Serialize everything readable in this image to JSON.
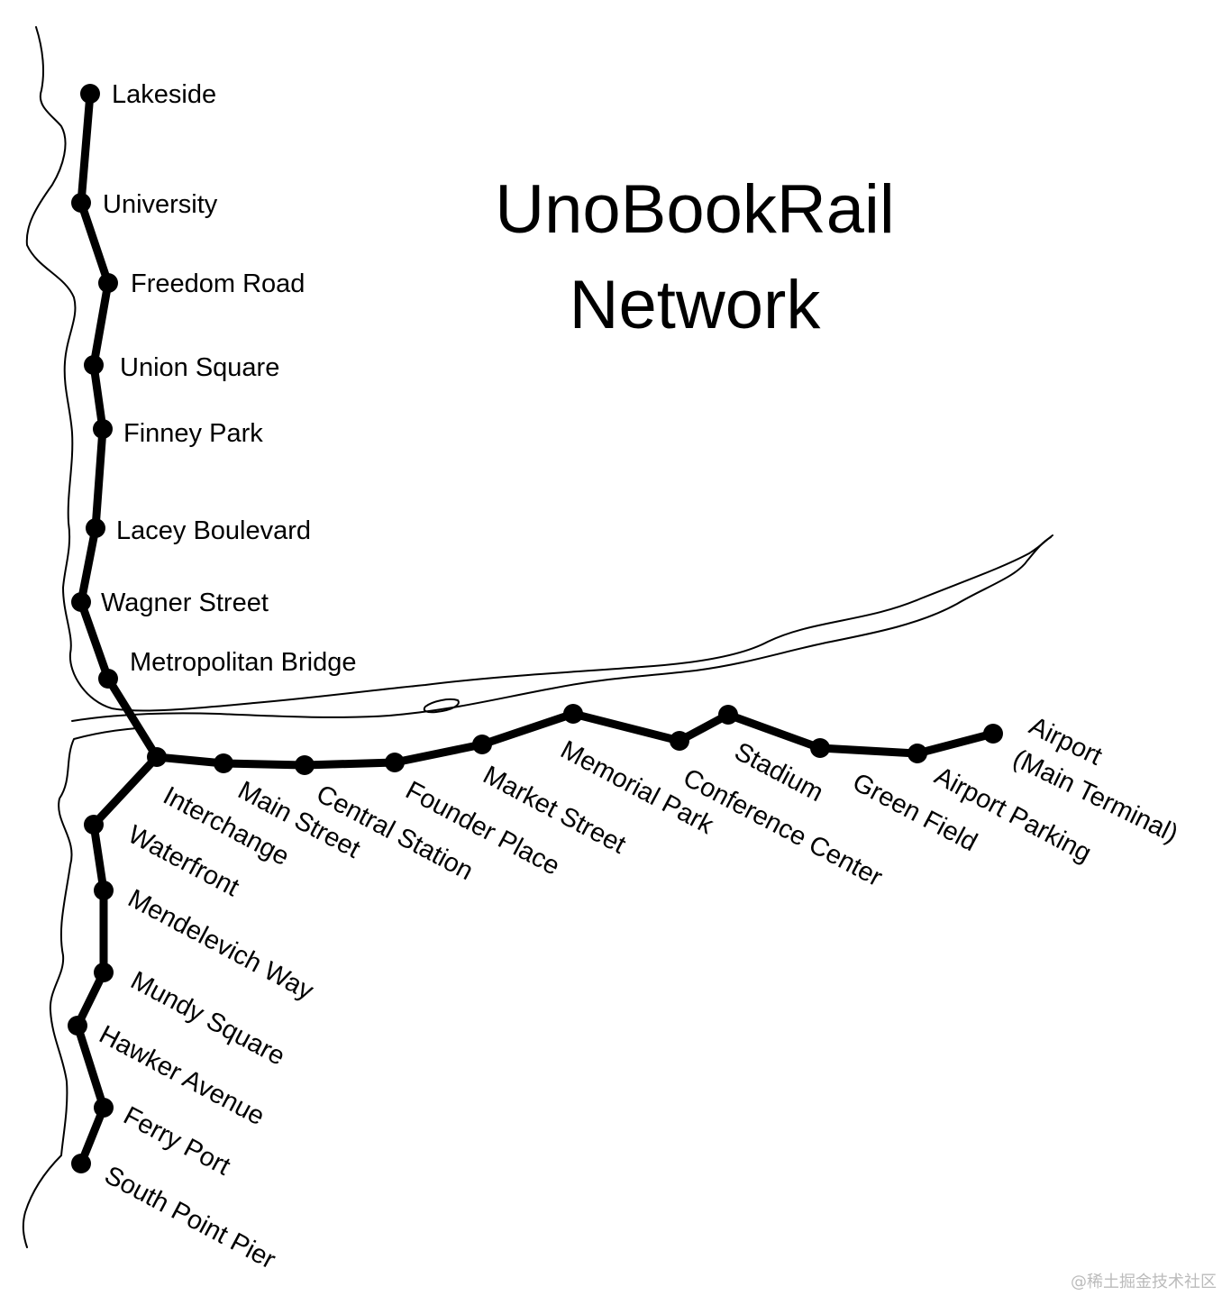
{
  "title": {
    "line1": "UnoBookRail",
    "line2": "Network"
  },
  "watermark": "@稀土掘金技术社区",
  "stations": {
    "north": [
      "Lakeside",
      "University",
      "Freedom Road",
      "Union Square",
      "Finney Park",
      "Lacey Boulevard",
      "Wagner Street",
      "Metropolitan Bridge"
    ],
    "east": [
      "Interchange",
      "Main Street",
      "Central Station",
      "Founder Place",
      "Market Street",
      "Memorial Park",
      "Conference Center",
      "Stadium",
      "Green Field",
      "Airport Parking"
    ],
    "airport": [
      "Airport",
      "(Main Terminal)"
    ],
    "south": [
      "Waterfront",
      "Mendelevich Way",
      "Mundy Square",
      "Hawker Avenue",
      "Ferry Port",
      "South Point Pier"
    ]
  }
}
